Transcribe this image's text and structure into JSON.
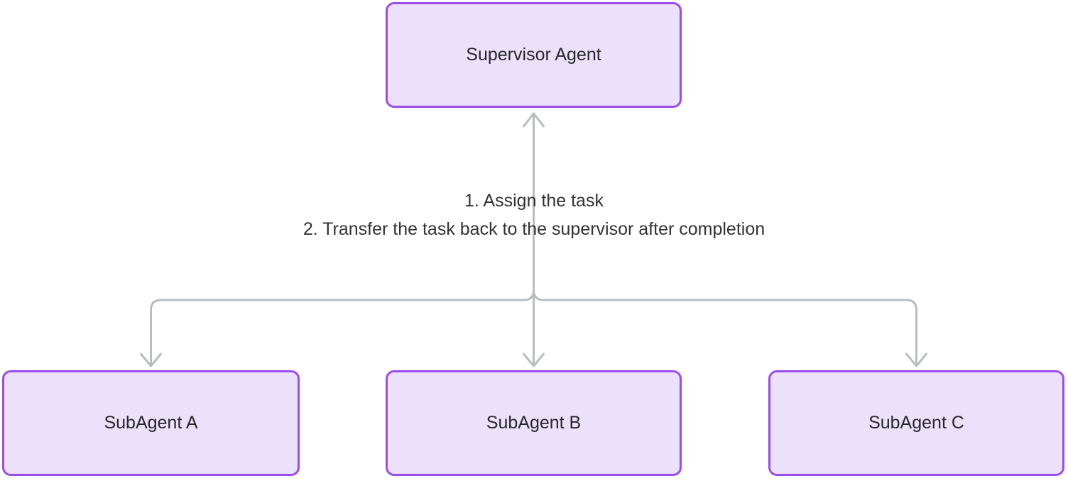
{
  "diagram": {
    "type": "flowchart",
    "direction": "top-down",
    "nodes": [
      {
        "id": "supervisor",
        "label": "Supervisor Agent"
      },
      {
        "id": "subagent-a",
        "label": "SubAgent A"
      },
      {
        "id": "subagent-b",
        "label": "SubAgent B"
      },
      {
        "id": "subagent-c",
        "label": "SubAgent C"
      }
    ],
    "edges": [
      {
        "from": "subagent-a",
        "to": "supervisor",
        "style": "arrow-up-into-supervisor-and-arrows-down-into-subagents"
      },
      {
        "from": "supervisor",
        "to": "subagent-a"
      },
      {
        "from": "supervisor",
        "to": "subagent-b"
      },
      {
        "from": "supervisor",
        "to": "subagent-c"
      }
    ],
    "edge_label": {
      "line1": "1. Assign the task",
      "line2": "2. Transfer the task back to the supervisor after completion"
    },
    "colors": {
      "background": "#ffffff",
      "node_fill": "#ece1fa",
      "node_border": "#9a4dea",
      "node_text": "#26262b",
      "edge_line": "#b9bcc0",
      "label_text": "#333333"
    }
  }
}
